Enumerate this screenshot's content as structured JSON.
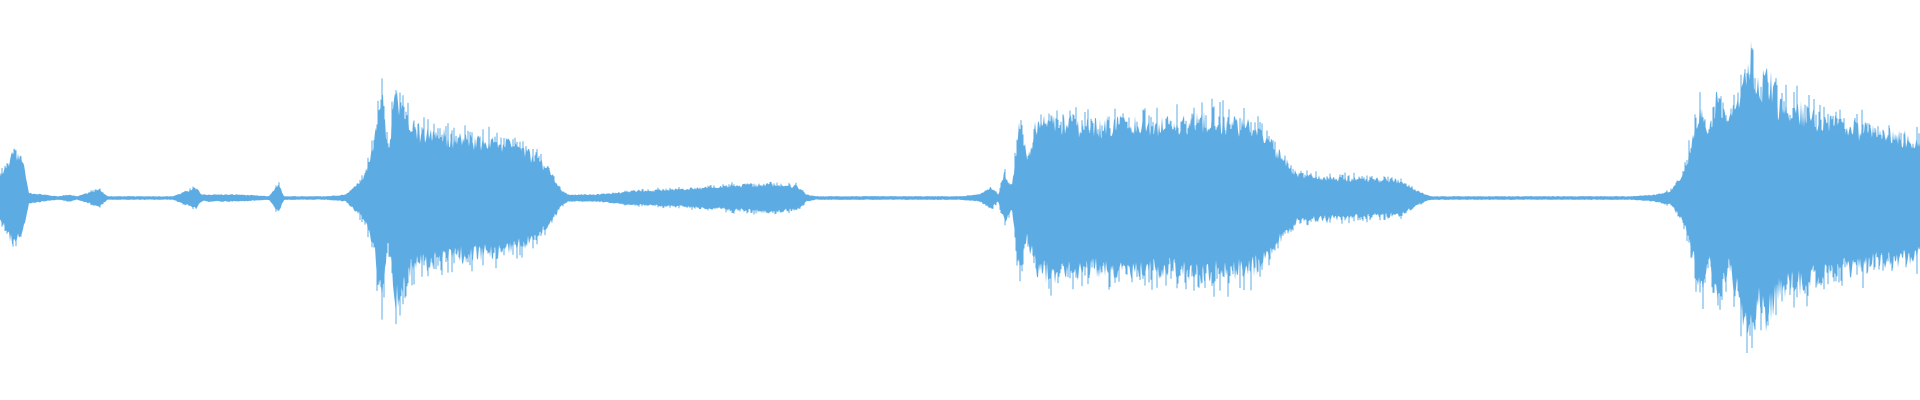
{
  "waveform": {
    "color": "#5dabe3",
    "background": "#ffffff",
    "amplitude_envelope": [
      [
        0.0,
        0.12
      ],
      [
        0.004,
        0.2
      ],
      [
        0.008,
        0.28
      ],
      [
        0.012,
        0.2
      ],
      [
        0.015,
        0.03
      ],
      [
        0.03,
        0.01
      ],
      [
        0.036,
        0.02
      ],
      [
        0.04,
        0.01
      ],
      [
        0.052,
        0.05
      ],
      [
        0.056,
        0.01
      ],
      [
        0.09,
        0.01
      ],
      [
        0.102,
        0.06
      ],
      [
        0.105,
        0.02
      ],
      [
        0.124,
        0.02
      ],
      [
        0.14,
        0.01
      ],
      [
        0.145,
        0.08
      ],
      [
        0.148,
        0.01
      ],
      [
        0.17,
        0.01
      ],
      [
        0.18,
        0.02
      ],
      [
        0.186,
        0.08
      ],
      [
        0.19,
        0.13
      ],
      [
        0.196,
        0.38
      ],
      [
        0.199,
        0.6
      ],
      [
        0.202,
        0.26
      ],
      [
        0.206,
        0.62
      ],
      [
        0.21,
        0.53
      ],
      [
        0.214,
        0.41
      ],
      [
        0.222,
        0.38
      ],
      [
        0.235,
        0.35
      ],
      [
        0.25,
        0.33
      ],
      [
        0.265,
        0.31
      ],
      [
        0.275,
        0.26
      ],
      [
        0.285,
        0.18
      ],
      [
        0.292,
        0.05
      ],
      [
        0.296,
        0.02
      ],
      [
        0.31,
        0.02
      ],
      [
        0.33,
        0.04
      ],
      [
        0.355,
        0.05
      ],
      [
        0.38,
        0.07
      ],
      [
        0.4,
        0.08
      ],
      [
        0.415,
        0.07
      ],
      [
        0.42,
        0.02
      ],
      [
        0.425,
        0.01
      ],
      [
        0.5,
        0.01
      ],
      [
        0.51,
        0.02
      ],
      [
        0.516,
        0.06
      ],
      [
        0.52,
        0.02
      ],
      [
        0.523,
        0.14
      ],
      [
        0.527,
        0.06
      ],
      [
        0.531,
        0.44
      ],
      [
        0.535,
        0.23
      ],
      [
        0.54,
        0.44
      ],
      [
        0.55,
        0.44
      ],
      [
        0.57,
        0.42
      ],
      [
        0.59,
        0.43
      ],
      [
        0.61,
        0.42
      ],
      [
        0.625,
        0.45
      ],
      [
        0.64,
        0.44
      ],
      [
        0.655,
        0.4
      ],
      [
        0.665,
        0.27
      ],
      [
        0.675,
        0.14
      ],
      [
        0.69,
        0.12
      ],
      [
        0.71,
        0.11
      ],
      [
        0.73,
        0.1
      ],
      [
        0.738,
        0.04
      ],
      [
        0.745,
        0.01
      ],
      [
        0.85,
        0.01
      ],
      [
        0.862,
        0.02
      ],
      [
        0.87,
        0.04
      ],
      [
        0.876,
        0.12
      ],
      [
        0.882,
        0.35
      ],
      [
        0.886,
        0.55
      ],
      [
        0.89,
        0.38
      ],
      [
        0.894,
        0.58
      ],
      [
        0.9,
        0.4
      ],
      [
        0.906,
        0.6
      ],
      [
        0.912,
        0.82
      ],
      [
        0.916,
        0.6
      ],
      [
        0.92,
        0.72
      ],
      [
        0.926,
        0.55
      ],
      [
        0.932,
        0.52
      ],
      [
        0.94,
        0.5
      ],
      [
        0.95,
        0.45
      ],
      [
        0.96,
        0.42
      ],
      [
        0.97,
        0.4
      ],
      [
        0.98,
        0.37
      ],
      [
        0.99,
        0.36
      ],
      [
        1.0,
        0.33
      ]
    ]
  }
}
